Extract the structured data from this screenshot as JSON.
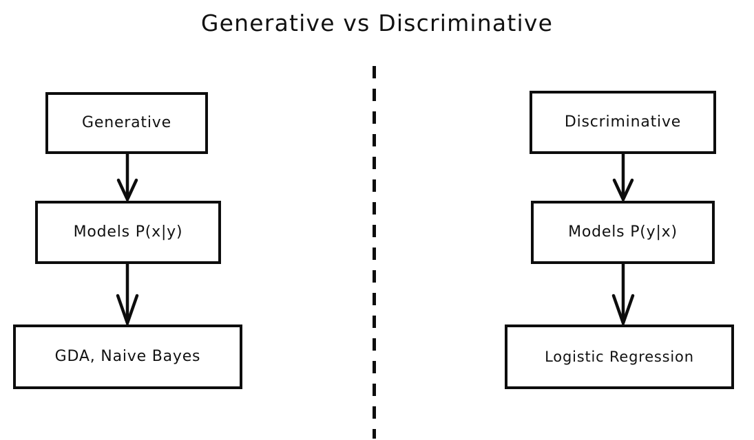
{
  "title": "Generative vs Discriminative",
  "background_color": "#ffffff",
  "stroke_color": "#0d0d0d",
  "text_color": "#111111",
  "divider": {
    "name": "dashed-vertical-divider",
    "style": "dashed",
    "orientation": "vertical"
  },
  "columns": [
    {
      "id": "generative",
      "side": "left",
      "nodes": [
        {
          "id": "generative-root",
          "label": "Generative"
        },
        {
          "id": "generative-models",
          "label": "Models P(x|y)"
        },
        {
          "id": "generative-examples",
          "label": "GDA, Naive Bayes"
        }
      ],
      "edges": [
        {
          "from": "generative-root",
          "to": "generative-models",
          "arrow": "down"
        },
        {
          "from": "generative-models",
          "to": "generative-examples",
          "arrow": "down"
        }
      ]
    },
    {
      "id": "discriminative",
      "side": "right",
      "nodes": [
        {
          "id": "discriminative-root",
          "label": "Discriminative"
        },
        {
          "id": "discriminative-models",
          "label": "Models P(y|x)"
        },
        {
          "id": "discriminative-examples",
          "label": "Logistic Regression"
        }
      ],
      "edges": [
        {
          "from": "discriminative-root",
          "to": "discriminative-models",
          "arrow": "down"
        },
        {
          "from": "discriminative-models",
          "to": "discriminative-examples",
          "arrow": "down"
        }
      ]
    }
  ]
}
